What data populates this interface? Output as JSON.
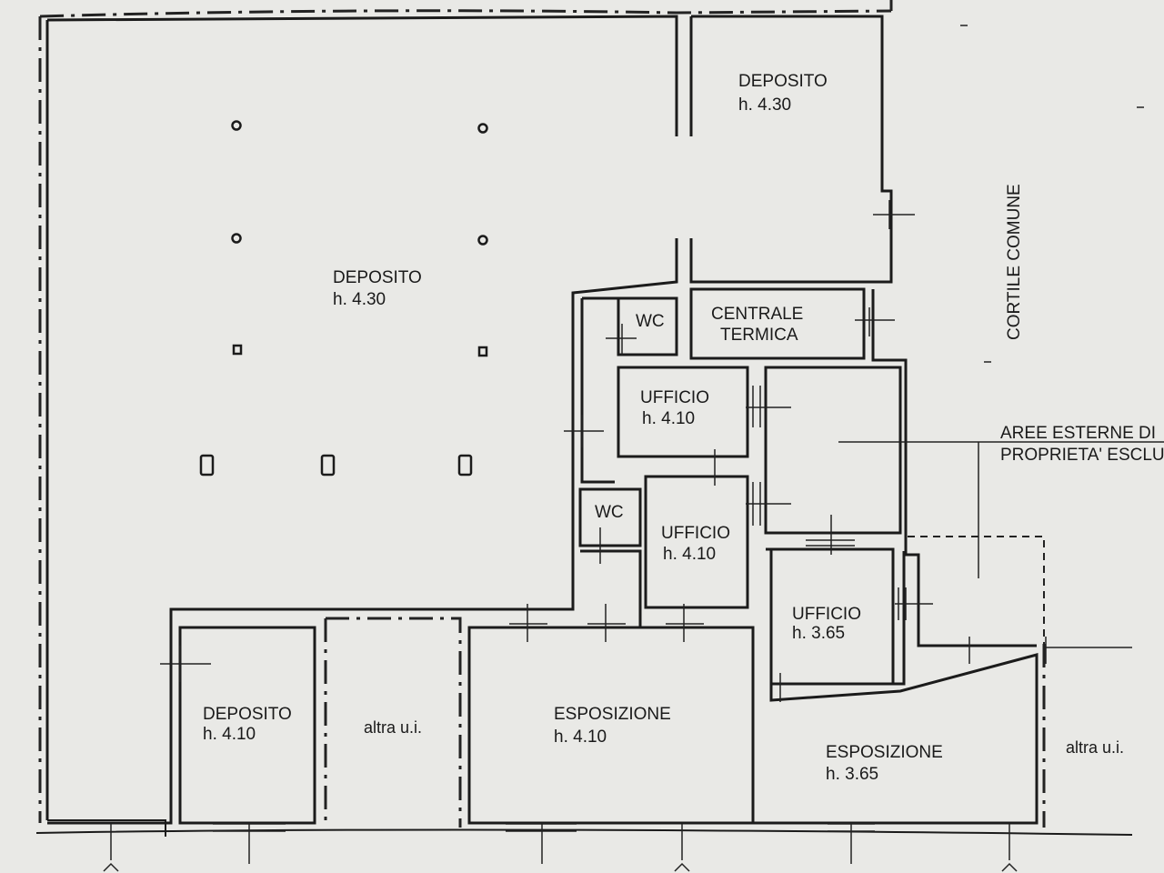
{
  "rooms": [
    {
      "id": "deposito-main",
      "name": "DEPOSITO",
      "height": "h. 4.30"
    },
    {
      "id": "deposito-ne",
      "name": "DEPOSITO",
      "height": "h. 4.30"
    },
    {
      "id": "wc-top",
      "name": "WC"
    },
    {
      "id": "centrale",
      "name": "CENTRALE",
      "name2": "TERMICA"
    },
    {
      "id": "ufficio-1",
      "name": "UFFICIO",
      "height": "h. 4.10"
    },
    {
      "id": "wc-mid",
      "name": "WC"
    },
    {
      "id": "ufficio-2",
      "name": "UFFICIO",
      "height": "h. 4.10"
    },
    {
      "id": "ufficio-3",
      "name": "UFFICIO",
      "height": "h. 3.65"
    },
    {
      "id": "deposito-sw",
      "name": "DEPOSITO",
      "height": "h. 4.10"
    },
    {
      "id": "altra-1",
      "name": "altra u.i."
    },
    {
      "id": "esposizione-1",
      "name": "ESPOSIZIONE",
      "height": "h. 4.10"
    },
    {
      "id": "esposizione-2",
      "name": "ESPOSIZIONE",
      "height": "h. 3.65"
    },
    {
      "id": "altra-2",
      "name": "altra u.i."
    }
  ],
  "labels": {
    "cortile": "CORTILE COMUNE",
    "aree_line1": "AREE ESTERNE DI",
    "aree_line2": "PROPRIETA' ESCLU"
  }
}
